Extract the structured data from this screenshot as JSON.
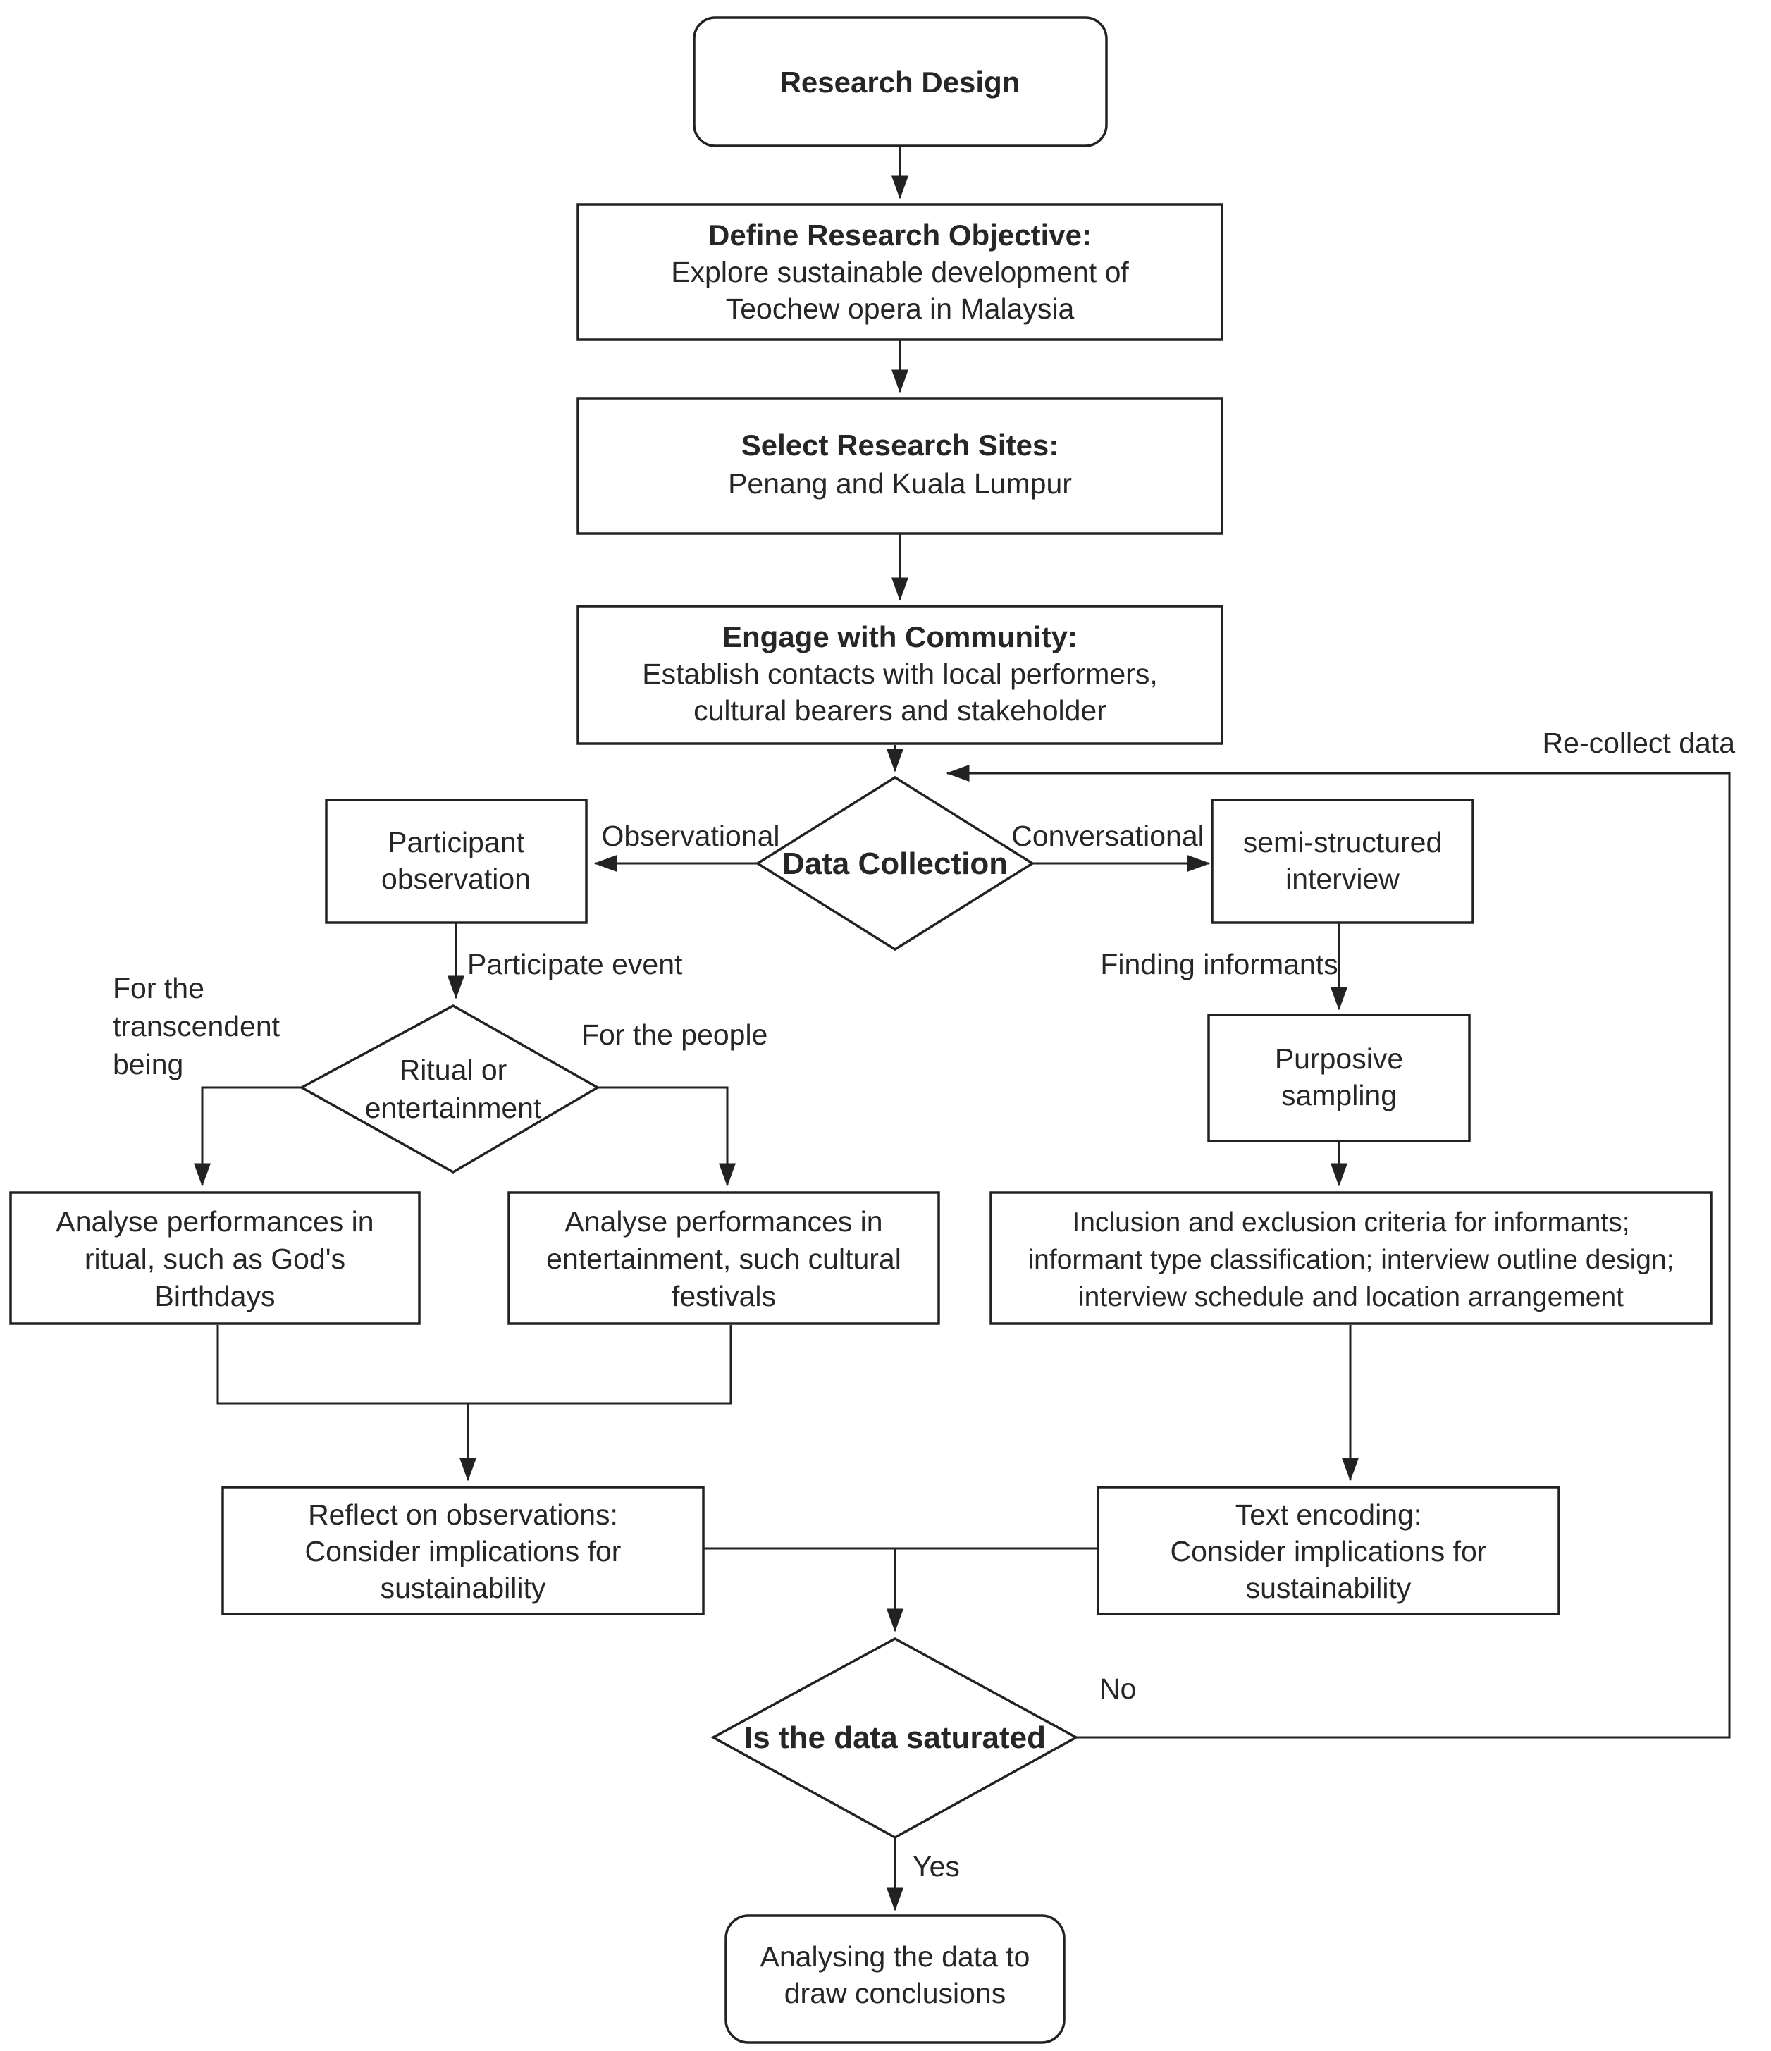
{
  "diagram_title": "Research Design flowchart",
  "colors": {
    "stroke": "#222222",
    "text": "#262626",
    "background": "#ffffff"
  },
  "nodes": {
    "research_design": {
      "type": "terminator",
      "label": "Research Design"
    },
    "define_objective": {
      "type": "process",
      "title": "Define Research Objective:",
      "line1": "Explore sustainable development of",
      "line2": "Teochew opera in Malaysia"
    },
    "select_sites": {
      "type": "process",
      "title": "Select Research Sites:",
      "line1": "Penang and Kuala Lumpur"
    },
    "engage_community": {
      "type": "process",
      "title": "Engage with Community:",
      "line1": "Establish contacts with local performers,",
      "line2": "cultural bearers and stakeholder"
    },
    "data_collection": {
      "type": "decision",
      "label": "Data Collection"
    },
    "participant_observation": {
      "type": "process",
      "line1": "Participant",
      "line2": "observation"
    },
    "semi_structured_interview": {
      "type": "process",
      "line1": "semi-structured",
      "line2": "interview"
    },
    "ritual_or_entertainment": {
      "type": "decision",
      "line1": "Ritual or",
      "line2": "entertainment"
    },
    "purposive_sampling": {
      "type": "process",
      "line1": "Purposive",
      "line2": "sampling"
    },
    "analyse_ritual": {
      "type": "process",
      "line1": "Analyse performances in",
      "line2": "ritual, such as God's",
      "line3": "Birthdays"
    },
    "analyse_entertainment": {
      "type": "process",
      "line1": "Analyse performances in",
      "line2": "entertainment, such cultural",
      "line3": "festivals"
    },
    "informant_criteria": {
      "type": "process",
      "line1": "Inclusion and exclusion criteria for informants;",
      "line2": "informant type classification; interview outline design;",
      "line3": "interview schedule and location arrangement"
    },
    "reflect_observations": {
      "type": "process",
      "line1": "Reflect on observations:",
      "line2": "Consider implications for",
      "line3": "sustainability"
    },
    "text_encoding": {
      "type": "process",
      "line1": "Text encoding:",
      "line2": "Consider implications for",
      "line3": "sustainability"
    },
    "data_saturated": {
      "type": "decision",
      "label": "Is the data saturated"
    },
    "analysing_conclusions": {
      "type": "terminator",
      "line1": "Analysing the data to",
      "line2": "draw conclusions"
    }
  },
  "edge_labels": {
    "observational": "Observational",
    "conversational": "Conversational",
    "recollect_data": "Re-collect data",
    "participate_event": "Participate event",
    "finding_informants": "Finding informants",
    "for_transcendent_1": "For the",
    "for_transcendent_2": "transcendent",
    "for_transcendent_3": "being",
    "for_people": "For the people",
    "no": "No",
    "yes": "Yes"
  }
}
